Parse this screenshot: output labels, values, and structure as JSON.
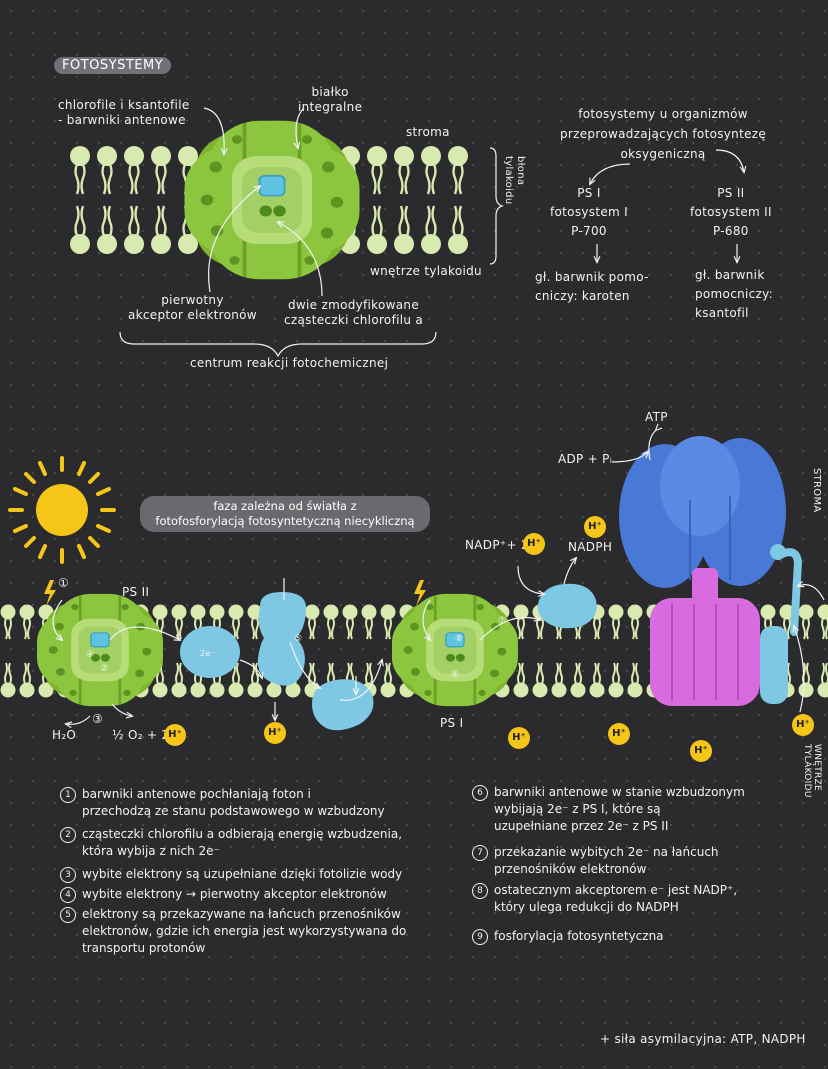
{
  "title": "FOTOSYSTEMY",
  "top_diagram": {
    "label_pigments": "chlorofile i ksantofile\n- barwniki antenowe",
    "label_protein": "białko\nintegralne",
    "label_stroma": "stroma",
    "label_membrane": "błona\ntylakoidu",
    "label_interior": "wnętrze tylakoidu",
    "label_acceptor": "pierwotny\nakceptor elektronów",
    "label_chlorophyll": "dwie zmodyfikowane\ncząsteczki chlorofilu a",
    "label_center": "centrum reakcji fotochemicznej"
  },
  "photosystems_info": {
    "intro": "fotosystemy u organizmów\nprzeprowadzających fotosyntezę\noksygeniczną",
    "ps1": "PS I\nfotosystem I\nP-700",
    "ps2": "PS II\nfotosystem II\nP-680",
    "ps1_pigment": "gł. barwnik pomo-\ncniczy: karoten",
    "ps2_pigment": "gł. barwnik\npomocniczy:\nksantofil"
  },
  "phase": {
    "title": "faza zależna od światła z\nfotofosforylacją fotosyntetyczną niecykliczną",
    "ps2_label": "PS II",
    "ps1_label": "PS I",
    "water": "H₂O",
    "oxygen": "½ O₂ + 2",
    "atp": "ATP",
    "adp": "ADP + Pᵢ",
    "nadp": "NADP⁺+ 2",
    "nadph": "NADPH",
    "stroma": "STROMA",
    "interior": "WNĘTRZE\nTYLAKOIDU",
    "hplus": "H⁺",
    "electron": "2e⁻",
    "step_marks": [
      "①",
      "②",
      "③",
      "④",
      "⑤",
      "⑥",
      "⑦",
      "⑧"
    ]
  },
  "legend": [
    {
      "n": "1",
      "text": "barwniki antenowe pochłaniają foton i\nprzechodzą ze stanu podstawowego w wzbudzony"
    },
    {
      "n": "2",
      "text": "cząsteczki chlorofilu a odbierają energię wzbudzenia,\nktóra wybija z nich 2e⁻"
    },
    {
      "n": "3",
      "text": "wybite elektrony są uzupełniane dzięki fotolizie wody"
    },
    {
      "n": "4",
      "text": "wybite elektrony → pierwotny akceptor elektronów"
    },
    {
      "n": "5",
      "text": "elektrony są przekazywane na łańcuch przenośników\nelektronów, gdzie ich energia jest wykorzystywana do\ntransportu protonów"
    },
    {
      "n": "6",
      "text": "barwniki antenowe w stanie wzbudzonym\nwybijają 2e⁻ z PS I, które są\nuzupełniane przez 2e⁻ z PS II"
    },
    {
      "n": "7",
      "text": "przekazanie wybitych 2e⁻ na łańcuch\nprzenośników elektronów"
    },
    {
      "n": "8",
      "text": "ostatecznym akceptorem e⁻ jest NADP⁺,\nktóry ulega redukcji do NADPH"
    },
    {
      "n": "9",
      "text": "fosforylacja fotosyntetyczna"
    }
  ],
  "footer": "+ siła asymilacyjna: ATP, NADPH",
  "colors": {
    "ps_green": "#8cc63f",
    "carrier_blue": "#7ec8e3",
    "atp_synthase_blue": "#4a78d6",
    "atp_synthase_pink": "#d96be0",
    "hplus_yellow": "#f5c518",
    "lipid": "#d8eab0"
  }
}
